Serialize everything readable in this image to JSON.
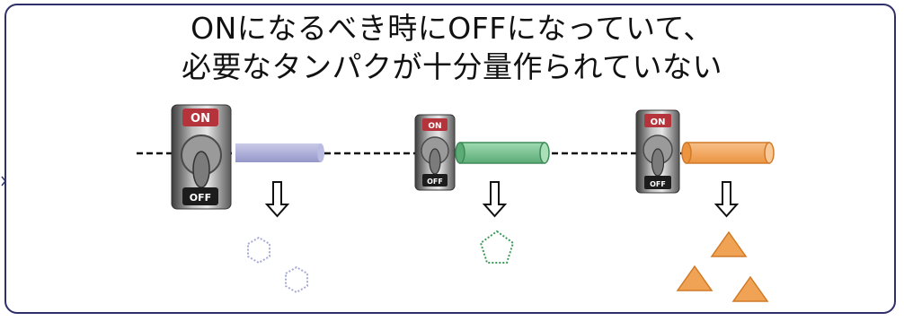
{
  "title": {
    "line1": "ONになるべき時にOFFになっていて、",
    "line2": "必要なタンパクが十分量作られていない"
  },
  "switches": [
    {
      "on_label": "ON",
      "off_label": "OFF",
      "state": "off"
    },
    {
      "on_label": "ON",
      "off_label": "OFF",
      "state": "off"
    },
    {
      "on_label": "ON",
      "off_label": "OFF",
      "state": "off"
    }
  ],
  "colors": {
    "frame": "#2f2f6b",
    "gene1": "#a7a9d6",
    "gene2": "#6fbd8a",
    "gene3": "#f0a354",
    "protein1": "#a7a9d6",
    "protein2": "#3f9a5a",
    "protein3": "#e8913e"
  }
}
